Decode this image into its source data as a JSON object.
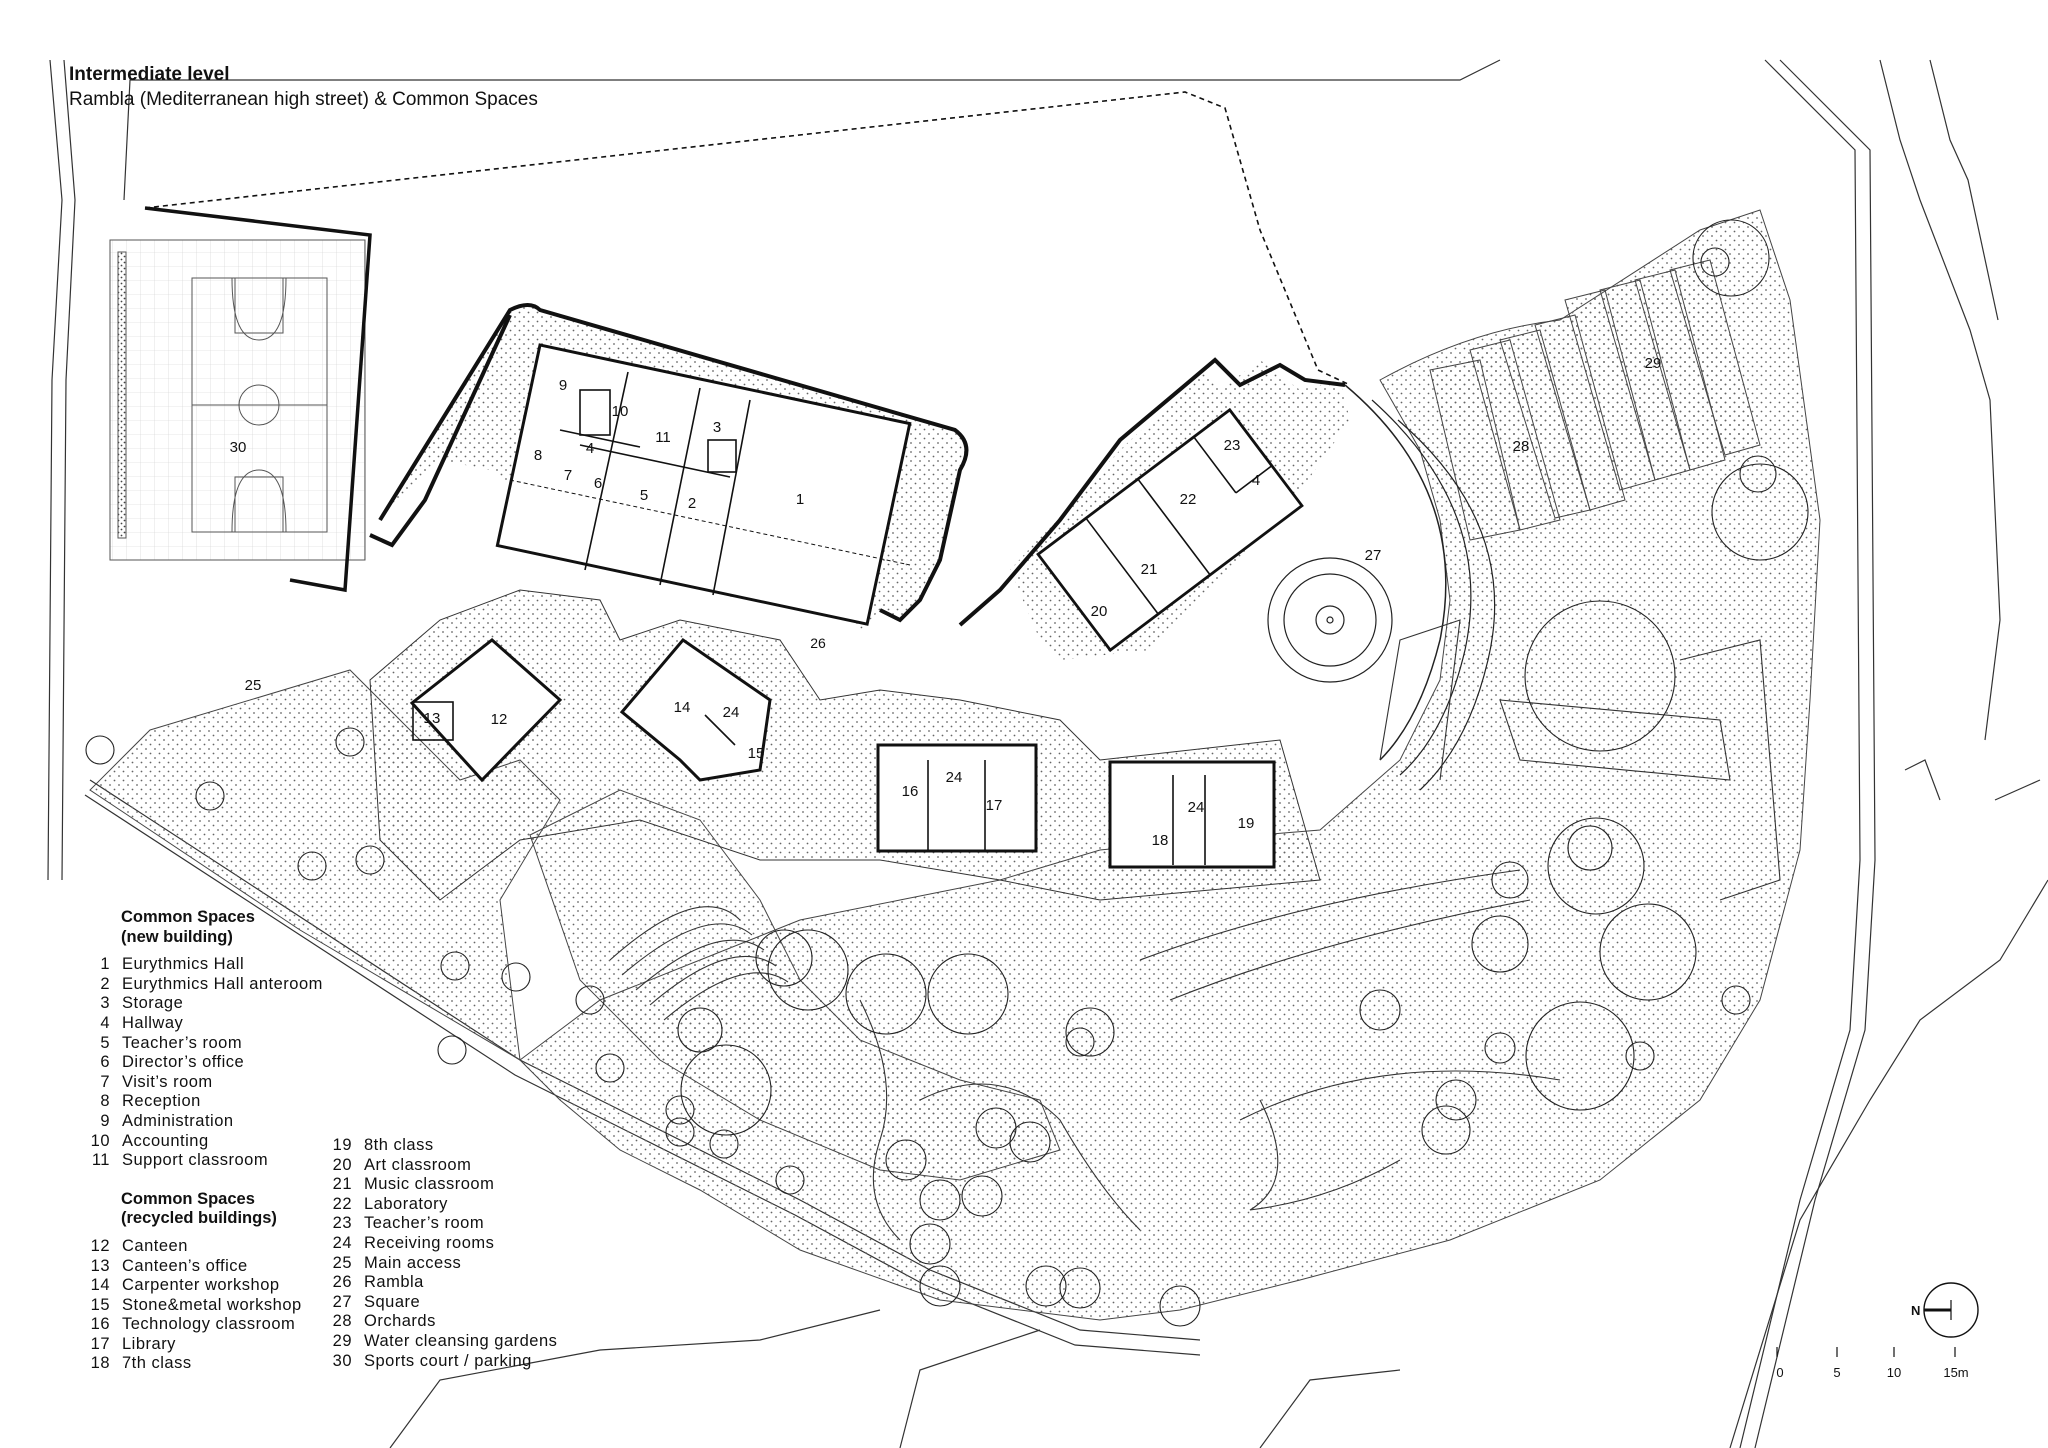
{
  "header": {
    "title": "Intermediate level",
    "subtitle": "Rambla (Mediterranean high street) & Common Spaces"
  },
  "legend": {
    "group_new": [
      "Common Spaces",
      "(new building)"
    ],
    "group_recycled": [
      "Common Spaces",
      "(recycled buildings)"
    ],
    "items": [
      {
        "n": "1",
        "label": "Eurythmics Hall"
      },
      {
        "n": "2",
        "label": "Eurythmics Hall anteroom"
      },
      {
        "n": "3",
        "label": "Storage"
      },
      {
        "n": "4",
        "label": "Hallway"
      },
      {
        "n": "5",
        "label": "Teacher’s room"
      },
      {
        "n": "6",
        "label": "Director’s office"
      },
      {
        "n": "7",
        "label": "Visit’s room"
      },
      {
        "n": "8",
        "label": "Reception"
      },
      {
        "n": "9",
        "label": "Administration"
      },
      {
        "n": "10",
        "label": "Accounting"
      },
      {
        "n": "11",
        "label": "Support classroom"
      },
      {
        "n": "12",
        "label": "Canteen"
      },
      {
        "n": "13",
        "label": "Canteen’s office"
      },
      {
        "n": "14",
        "label": "Carpenter workshop"
      },
      {
        "n": "15",
        "label": "Stone&metal workshop"
      },
      {
        "n": "16",
        "label": "Technology classroom"
      },
      {
        "n": "17",
        "label": "Library"
      },
      {
        "n": "18",
        "label": "7th class"
      },
      {
        "n": "19",
        "label": "8th class"
      },
      {
        "n": "20",
        "label": "Art classroom"
      },
      {
        "n": "21",
        "label": "Music classroom"
      },
      {
        "n": "22",
        "label": "Laboratory"
      },
      {
        "n": "23",
        "label": "Teacher’s room"
      },
      {
        "n": "24",
        "label": "Receiving rooms"
      },
      {
        "n": "25",
        "label": "Main access"
      },
      {
        "n": "26",
        "label": "Rambla"
      },
      {
        "n": "27",
        "label": "Square"
      },
      {
        "n": "28",
        "label": "Orchards"
      },
      {
        "n": "29",
        "label": "Water cleansing gardens"
      },
      {
        "n": "30",
        "label": "Sports court / parking"
      }
    ]
  },
  "scale": {
    "ticks": [
      "0",
      "5",
      "10",
      "15m"
    ]
  },
  "compass": {
    "label": "N"
  },
  "plan_labels": [
    "1",
    "2",
    "3",
    "4",
    "5",
    "6",
    "7",
    "8",
    "9",
    "10",
    "11",
    "12",
    "13",
    "14",
    "15",
    "16",
    "24",
    "17",
    "18",
    "24",
    "19",
    "20",
    "21",
    "22",
    "23",
    "4",
    "24",
    "25",
    "26",
    "27",
    "28",
    "29",
    "30"
  ],
  "colors": {
    "line": "#111111",
    "hatch": "#8a8a8a",
    "paper": "#ffffff"
  }
}
